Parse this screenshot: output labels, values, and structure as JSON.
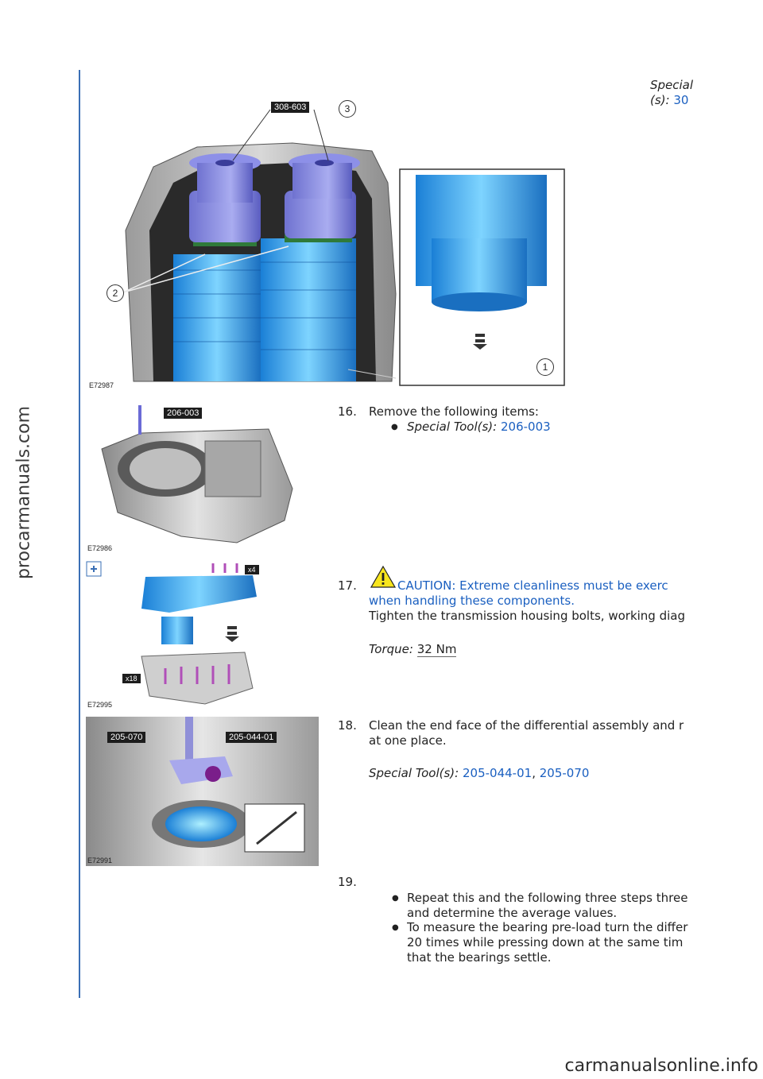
{
  "top": {
    "special_tool_label": "Special",
    "special_tool_suffix": "(s):",
    "tool_value": "30"
  },
  "figure1": {
    "id": "E72987",
    "tool_tag": "308-603",
    "callouts": [
      "1",
      "2",
      "3"
    ]
  },
  "figure2": {
    "id": "E72986",
    "tool_tag": "206-003"
  },
  "figure3": {
    "id": "E72995",
    "tag_x4": "x4",
    "tag_x18": "x18"
  },
  "figure4": {
    "id": "E72991",
    "tag_a": "205-070",
    "tag_b": "205-044-01"
  },
  "steps": {
    "s16": {
      "num": "16.",
      "text": "Remove the following items:",
      "bullet_label": "Special Tool(s):",
      "bullet_value": "206-003"
    },
    "s17": {
      "num": "17.",
      "caution_line1": "CAUTION: Extreme cleanliness must be exerc",
      "caution_line2": "when handling these components.",
      "text": "Tighten the transmission housing bolts, working diag",
      "torque_label": "Torque:",
      "torque_value": "32 Nm"
    },
    "s18": {
      "num": "18.",
      "line1": "Clean the end face of the differential assembly and r",
      "line2": "at one place.",
      "tool_label": "Special Tool(s):",
      "tool_a": "205-044-01",
      "sep": ",",
      "tool_b": "205-070"
    },
    "s19": {
      "num": "19.",
      "b1_line1": "Repeat this and the following three steps three",
      "b1_line2": "and determine the average values.",
      "b2_line1": "To measure the bearing pre-load turn the differ",
      "b2_line2": "20 times while pressing down at the same tim",
      "b2_line3": "that the bearings settle."
    }
  },
  "watermarks": {
    "side": "procarmanuals.com",
    "bottom": "carmanualsonline.info"
  }
}
